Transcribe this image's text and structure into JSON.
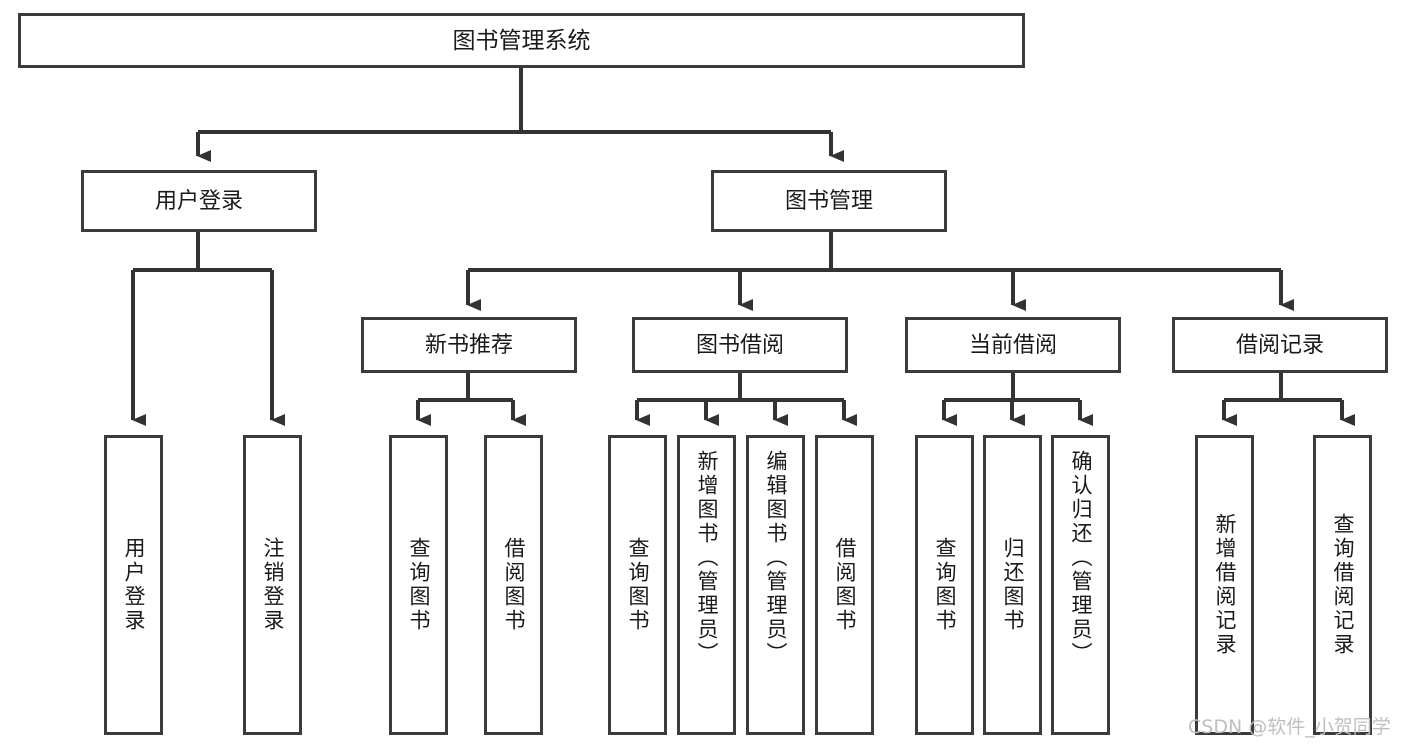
{
  "diagram": {
    "title": "图书管理系统",
    "type": "tree-hierarchy-chart",
    "watermark": "CSDN @软件_小贺同学",
    "colors": {
      "box_border": "#3b3b3b",
      "box_fill": "#ffffff",
      "connector": "#333333",
      "text": "#1a1a1a",
      "watermark": "#bfbfbf",
      "background": "#ffffff"
    },
    "root": {
      "id": "root",
      "label": "图书管理系统"
    },
    "level2": [
      {
        "id": "user-login",
        "label": "用户登录"
      },
      {
        "id": "book-manage",
        "label": "图书管理"
      }
    ],
    "level3": [
      {
        "id": "new-book-recommend",
        "label": "新书推荐"
      },
      {
        "id": "book-borrow",
        "label": "图书借阅"
      },
      {
        "id": "current-borrow",
        "label": "当前借阅"
      },
      {
        "id": "borrow-record",
        "label": "借阅记录"
      }
    ],
    "leaves": {
      "user_login": [
        {
          "id": "leaf-user-login",
          "label": "用户登录"
        },
        {
          "id": "leaf-logout-login",
          "label": "注销登录"
        }
      ],
      "new_book_recommend": [
        {
          "id": "leaf-query-book-1",
          "label": "查询图书"
        },
        {
          "id": "leaf-borrow-book-1",
          "label": "借阅图书"
        }
      ],
      "book_borrow": [
        {
          "id": "leaf-query-book-2",
          "label": "查询图书"
        },
        {
          "id": "leaf-add-book",
          "label": "新增图书（管理员）"
        },
        {
          "id": "leaf-edit-book",
          "label": "编辑图书（管理员）"
        },
        {
          "id": "leaf-borrow-book-2",
          "label": "借阅图书"
        }
      ],
      "current_borrow": [
        {
          "id": "leaf-query-book-3",
          "label": "查询图书"
        },
        {
          "id": "leaf-return-book",
          "label": "归还图书"
        },
        {
          "id": "leaf-confirm-return",
          "label": "确认归还（管理员）"
        }
      ],
      "borrow_record": [
        {
          "id": "leaf-add-borrow-record",
          "label": "新增借阅记录"
        },
        {
          "id": "leaf-query-borrow-record",
          "label": "查询借阅记录"
        }
      ]
    }
  }
}
